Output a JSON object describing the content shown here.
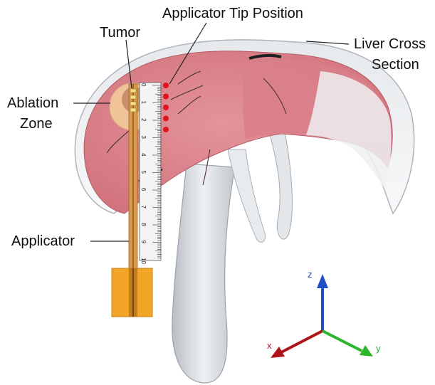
{
  "labels": {
    "applicator_tip_position": "Applicator Tip Position",
    "tumor": "Tumor",
    "liver_cross_section_line1": "Liver Cross",
    "liver_cross_section_line2": "Section",
    "ablation_zone_line1": "Ablation",
    "ablation_zone_line2": "Zone",
    "applicator": "Applicator"
  },
  "axes": {
    "x": {
      "label": "x",
      "color": "#b0141b"
    },
    "y": {
      "label": "y",
      "color": "#2db52d"
    },
    "z": {
      "label": "z",
      "color": "#1f4fc4"
    }
  },
  "ruler": {
    "ticks": [
      "0",
      "1",
      "2",
      "3",
      "4",
      "5",
      "6",
      "7",
      "8",
      "9",
      "10"
    ]
  },
  "tip_markers": {
    "count": 5,
    "color": "#e0141e"
  },
  "colors": {
    "liver": "#d9828a",
    "liver_rim": "#eab1b5",
    "capsule": "#c7cdd3",
    "ablation_zone": "#f3c79a",
    "applicator": "#d99a4c",
    "applicator_handle": "#f2a527"
  }
}
